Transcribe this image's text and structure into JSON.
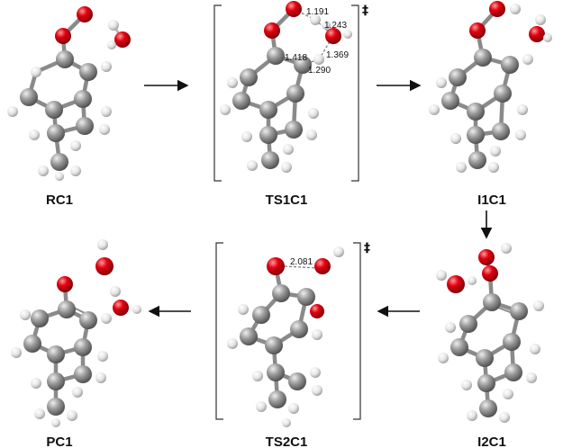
{
  "labels": {
    "rc1": "RC1",
    "ts1c1": "TS1C1",
    "i1c1": "I1C1",
    "pc1": "PC1",
    "ts2c1": "TS2C1",
    "i2c1": "I2C1"
  },
  "ts_mark": "‡",
  "distances": {
    "ts1_a": "1.191",
    "ts1_b": "1.243",
    "ts1_c": "1.418",
    "ts1_d": "1.369",
    "ts1_e": "1.290",
    "ts2_a": "2.081"
  },
  "colors": {
    "carbon": "#8c8c8c",
    "oxygen": "#e3000f",
    "hydrogen": "#e6e6e6"
  }
}
